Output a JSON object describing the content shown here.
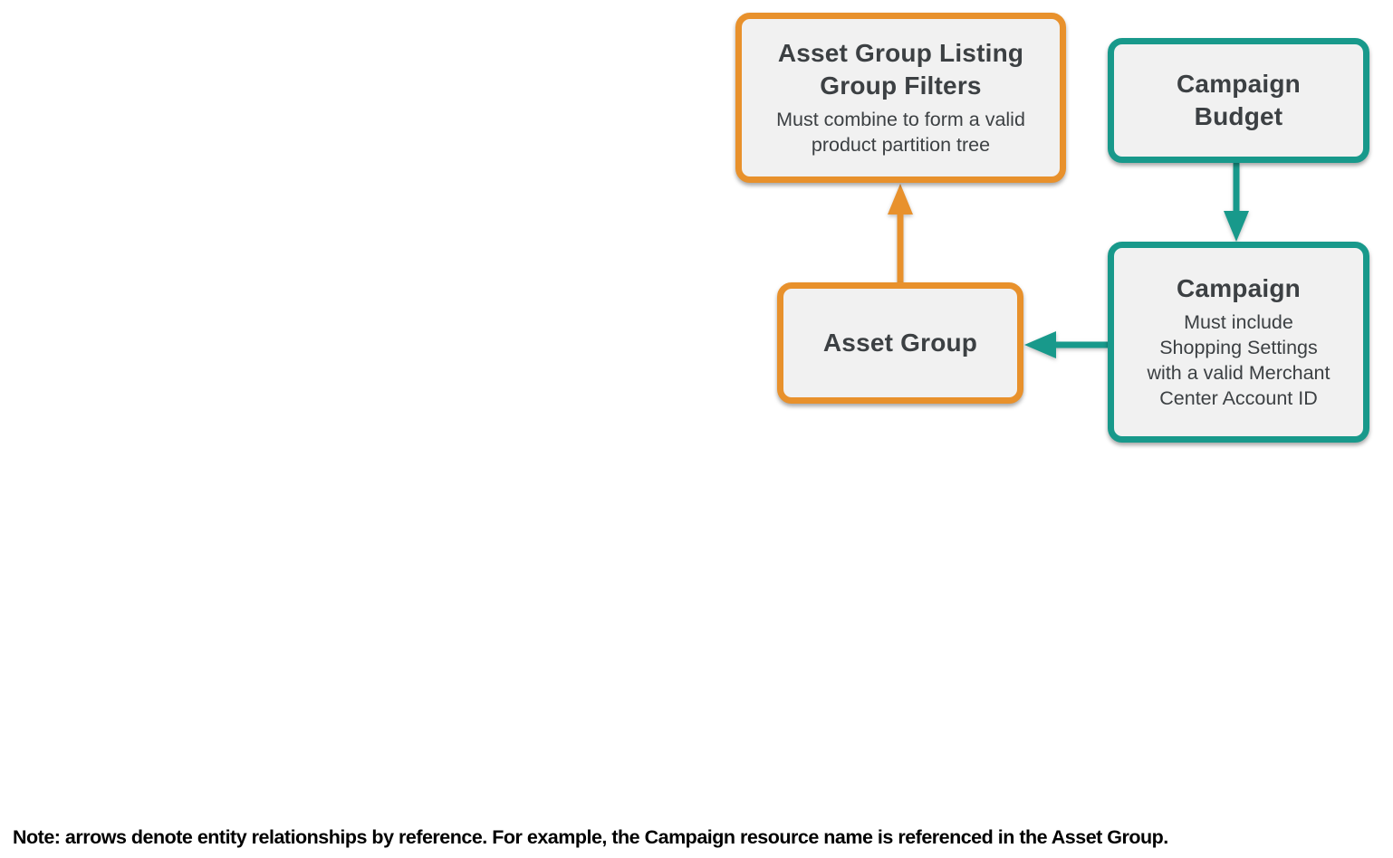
{
  "colors": {
    "orange": "#E8912C",
    "teal": "#18998B",
    "box_bg": "#F1F1F1",
    "text": "#3C4043",
    "note_text": "#000000"
  },
  "nodes": {
    "asset_group_listing_group_filters": {
      "title": "Asset Group Listing\nGroup Filters",
      "subtitle": "Must combine to form a valid\nproduct partition tree",
      "accent": "orange"
    },
    "campaign_budget": {
      "title": "Campaign\nBudget",
      "subtitle": "",
      "accent": "teal"
    },
    "asset_group": {
      "title": "Asset Group",
      "subtitle": "",
      "accent": "orange"
    },
    "campaign": {
      "title": "Campaign",
      "subtitle": "Must include\nShopping Settings\nwith a valid Merchant\nCenter Account ID",
      "accent": "teal"
    }
  },
  "edges": [
    {
      "from": "asset_group",
      "to": "asset_group_listing_group_filters",
      "color": "orange",
      "direction": "up"
    },
    {
      "from": "campaign_budget",
      "to": "campaign",
      "color": "teal",
      "direction": "down"
    },
    {
      "from": "campaign",
      "to": "asset_group",
      "color": "teal",
      "direction": "left"
    }
  ],
  "note": "Note: arrows denote entity relationships by reference. For example, the Campaign resource name is referenced in the Asset Group."
}
